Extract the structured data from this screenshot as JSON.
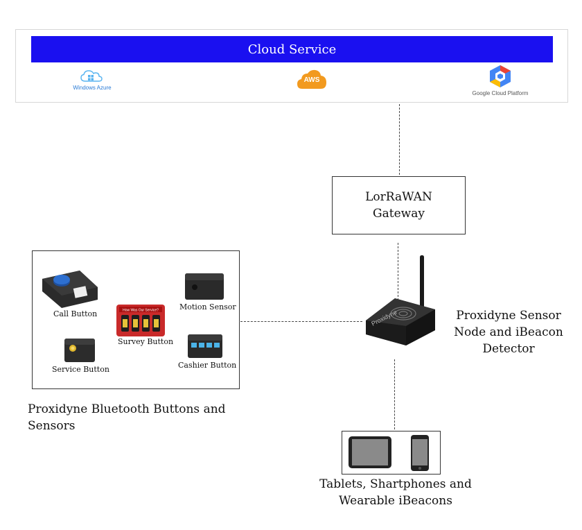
{
  "cloud": {
    "title": "Cloud Service",
    "bar_color": "#1a10f0",
    "providers": [
      {
        "label": "Windows Azure",
        "icon": "windows-azure-logo"
      },
      {
        "label": "AWS",
        "icon": "aws-cloud-logo"
      },
      {
        "label": "Google Cloud Platform",
        "icon": "google-cloud-platform-logo"
      }
    ]
  },
  "gateway": {
    "line1": "LorRaWAN",
    "line2": "Gateway"
  },
  "sensor_node": {
    "caption_line1": "Proxidyne Sensor",
    "caption_line2": "Node and iBeacon",
    "caption_line3": "Detector",
    "device_brand": "Proxidyne"
  },
  "buttons_group": {
    "items": [
      {
        "label": "Call Button"
      },
      {
        "label": "Motion Sensor"
      },
      {
        "label": "Survey Button"
      },
      {
        "label": "Service Button"
      },
      {
        "label": "Cashier Button"
      }
    ],
    "survey_header": "How Was Our Service?",
    "caption_line1": "Proxidyne Bluetooth Buttons and",
    "caption_line2": "Sensors"
  },
  "devices": {
    "caption_line1": "Tablets, Shartphones and",
    "caption_line2": "Wearable iBeacons"
  }
}
